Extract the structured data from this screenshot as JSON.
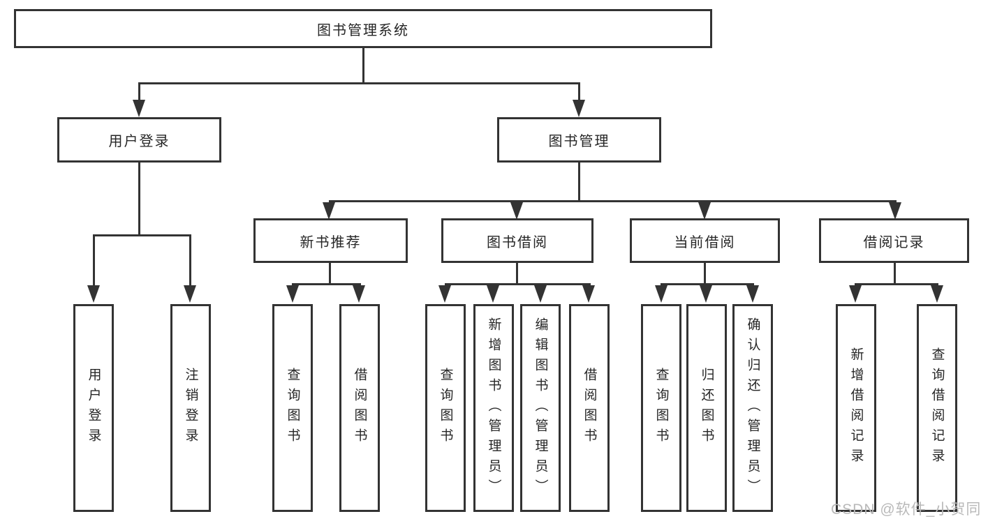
{
  "diagram": {
    "root": {
      "label": "图书管理系统"
    },
    "level2": [
      {
        "label": "用户登录"
      },
      {
        "label": "图书管理"
      }
    ],
    "level3": [
      {
        "label": "新书推荐"
      },
      {
        "label": "图书借阅"
      },
      {
        "label": "当前借阅"
      },
      {
        "label": "借阅记录"
      }
    ],
    "leaves": [
      {
        "label": "用户登录"
      },
      {
        "label": "注销登录"
      },
      {
        "label": "查询图书"
      },
      {
        "label": "借阅图书"
      },
      {
        "label": "查询图书"
      },
      {
        "label": "新增图书（管理员）"
      },
      {
        "label": "编辑图书（管理员）"
      },
      {
        "label": "借阅图书"
      },
      {
        "label": "查询图书"
      },
      {
        "label": "归还图书"
      },
      {
        "label": "确认归还（管理员）"
      },
      {
        "label": "新增借阅记录"
      },
      {
        "label": "查询借阅记录"
      }
    ],
    "watermark": {
      "text": "CSDN @软件_小贺同学"
    },
    "colors": {
      "line": "#333333",
      "text": "#262626",
      "watermark": "#b9b9b9",
      "background": "#ffffff"
    }
  }
}
